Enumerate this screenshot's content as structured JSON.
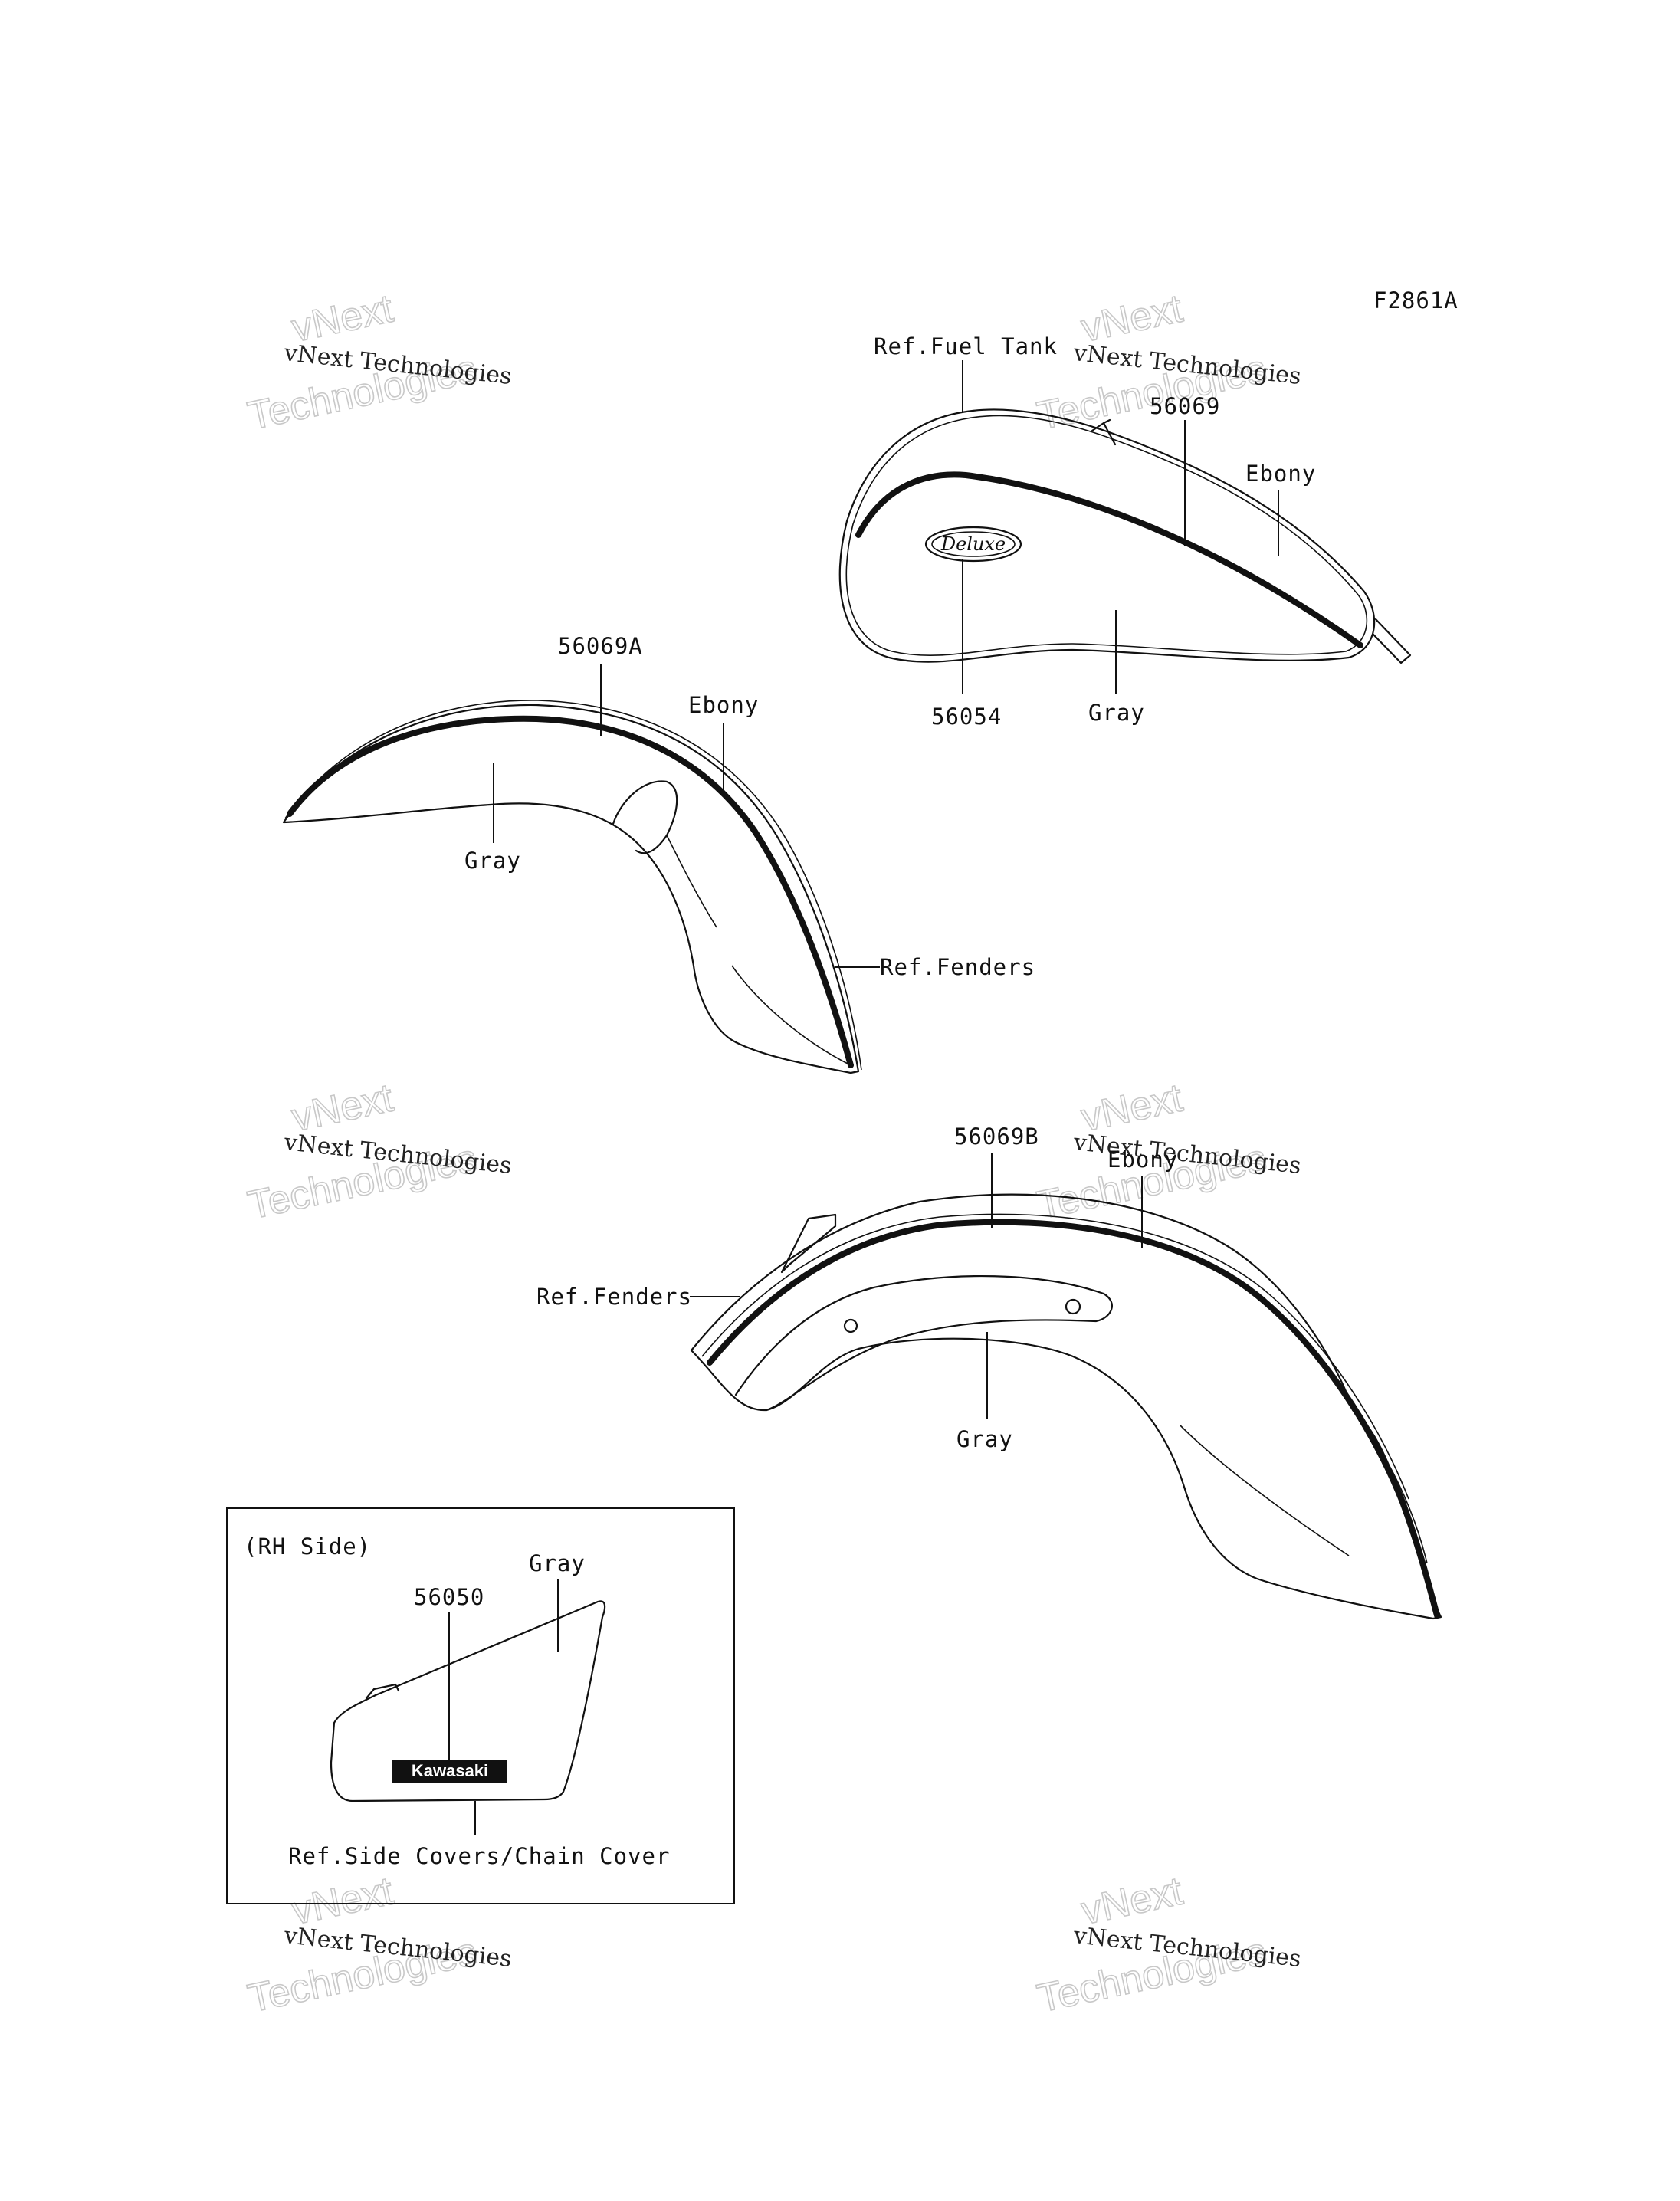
{
  "figure_code": "F2861A",
  "watermark": {
    "line1": "vNext Technologies",
    "big_top": "vNext",
    "big_bottom": "Technologies"
  },
  "fuel_tank": {
    "ref_label": "Ref.Fuel Tank",
    "stripe_part": "56069",
    "top_color": "Ebony",
    "emblem_part": "56054",
    "body_color": "Gray",
    "emblem_text": "Deluxe"
  },
  "front_fender": {
    "stripe_part": "56069A",
    "top_color": "Ebony",
    "body_color": "Gray",
    "ref_label": "Ref.Fenders"
  },
  "rear_fender": {
    "stripe_part": "56069B",
    "top_color": "Ebony",
    "ref_label": "Ref.Fenders",
    "body_color": "Gray"
  },
  "side_cover": {
    "side_label": "(RH Side)",
    "color": "Gray",
    "emblem_part": "56050",
    "emblem_text": "Kawasaki",
    "ref_label": "Ref.Side Covers/Chain Cover"
  }
}
